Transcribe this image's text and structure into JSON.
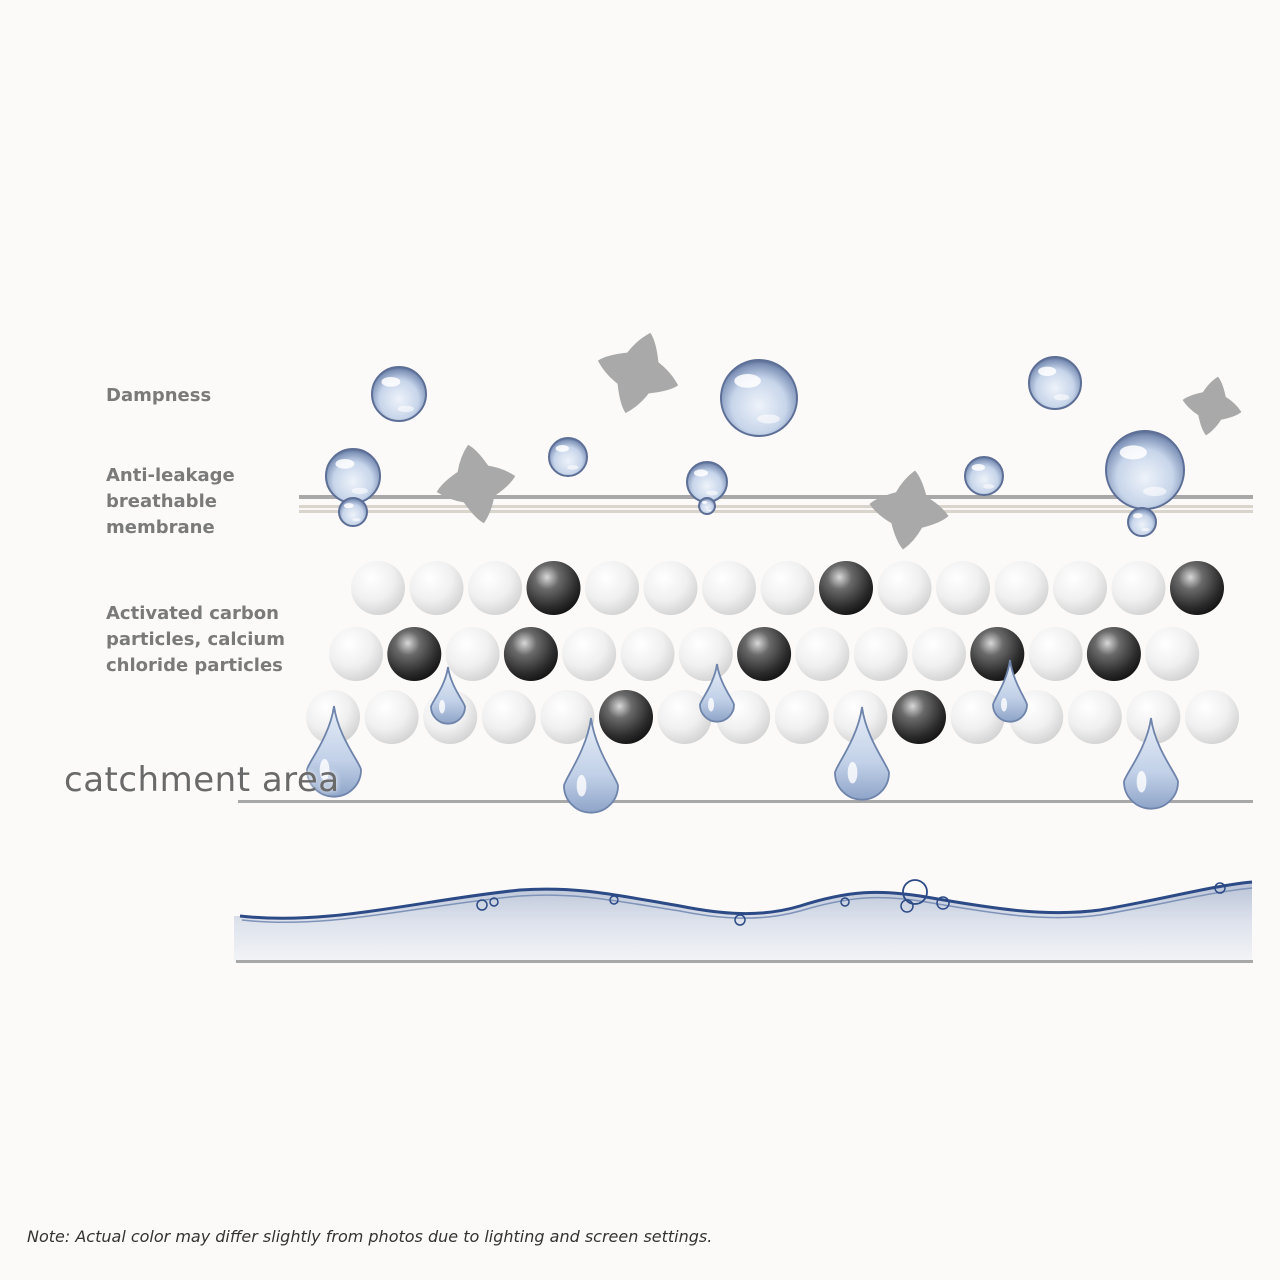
{
  "labels": {
    "dampness": "Dampness",
    "membrane": [
      "Anti-leakage",
      "breathable",
      "membrane"
    ],
    "particles": [
      "Activated carbon",
      "particles, calcium",
      "chloride particles"
    ],
    "catchment": "catchment area"
  },
  "note": "Note: Actual color may differ slightly from photos due to lighting and screen settings.",
  "colors": {
    "background": "#fbfaf8",
    "label_text": "#7a7a7a",
    "line": "#a8a8a8",
    "odor_blob": "#a9a9a9",
    "water": "#2c4a86",
    "carbon_particle": "#2a2a2a",
    "calcium_particle": "#f2f2f2"
  },
  "icons": [
    "water-droplet-icon",
    "odor-blob-icon",
    "particle-sphere-icon",
    "water-wave-icon"
  ]
}
